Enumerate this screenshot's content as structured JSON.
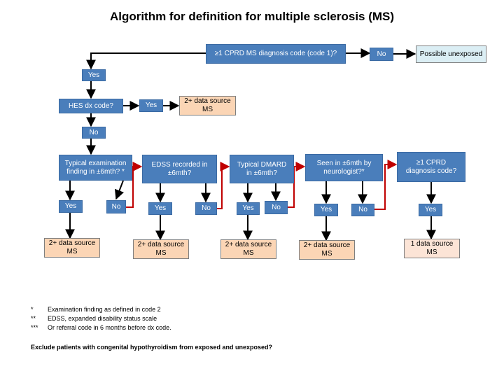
{
  "title": "Algorithm for definition for multiple sclerosis (MS)",
  "nodes": {
    "q_cprd": "≥1 CPRD MS diagnosis code (code 1)?",
    "no_top": "No",
    "unexposed": "Possible unexposed",
    "yes_1": "Yes",
    "q_hes": "HES dx code?",
    "yes_hes": "Yes",
    "ms_hes": "2+ data source\nMS",
    "no_hes": "No",
    "q_exam": "Typical examination\nfinding in ±6mth? *",
    "yes_exam": "Yes",
    "no_exam": "No",
    "ms_exam": "2+ data source\nMS",
    "q_edss": "EDSS recorded in\n±6mth?",
    "yes_edss": "Yes",
    "no_edss": "No",
    "ms_edss": "2+ data source\nMS",
    "q_dmard": "Typical DMARD\nin ±6mth?",
    "yes_dmard": "Yes",
    "no_dmard": "No",
    "ms_dmard": "2+ data source\nMS",
    "q_neuro": "Seen in ±6mth by\nneurologist?*",
    "yes_neuro": "Yes",
    "no_neuro": "No",
    "ms_neuro": "2+ data source\nMS",
    "q_cprd2": "≥1 CPRD\ndiagnosis code?",
    "yes_cprd2": "Yes",
    "ms_one": "1 data source\nMS"
  },
  "notes": [
    {
      "mark": "*",
      "text": "Examination finding as defined in code 2"
    },
    {
      "mark": "**",
      "text": "EDSS, expanded disability status scale"
    },
    {
      "mark": "***",
      "text": "Or referral code in 6 months before dx code."
    }
  ],
  "exclude_note": "Exclude patients with congenital hypothyroidism from exposed  and unexposed?",
  "colors": {
    "decision": "#4a7ebb",
    "outcome": "#fbd5b5",
    "outcome_single": "#fce4d6",
    "unexposed": "#dbeef4",
    "arrow": "#000000",
    "arrow_no": "#c00000"
  }
}
